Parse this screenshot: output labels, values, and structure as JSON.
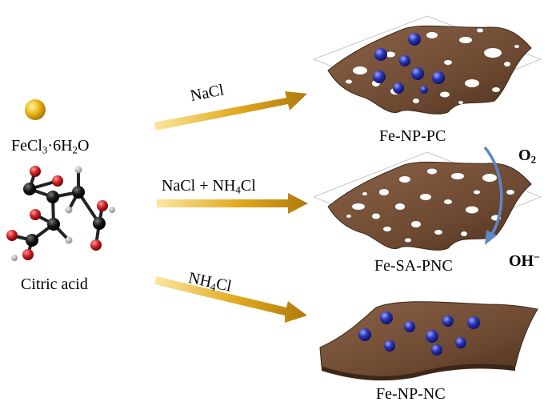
{
  "reagents": {
    "iron_salt": {
      "main": "FeCl",
      "sub1": "3",
      "mid": "·6H",
      "sub2": "2",
      "end": "O"
    },
    "citric_acid": "Citric acid"
  },
  "arrows": {
    "top": "NaCl",
    "middle": {
      "pre": "NaCl + NH",
      "sub": "4",
      "post": "Cl"
    },
    "bottom": {
      "pre": "NH",
      "sub": "4",
      "post": "Cl"
    }
  },
  "products": {
    "top": "Fe-NP-PC",
    "middle": "Fe-SA-PNC",
    "bottom": "Fe-NP-NC"
  },
  "orr": {
    "reactant": {
      "main": "O",
      "sub": "2"
    },
    "product": {
      "main": "OH",
      "sup": "−"
    }
  },
  "colors": {
    "sheet": "#6e4a33",
    "sheet_edge": "#3d2616",
    "fe_sphere": "#f2bd1e",
    "nanoparticle": "#2a35b5",
    "arrow": "#d9a21c",
    "orr_arrow": "#5b88c6",
    "oxygen_atom": "#cc1f1f",
    "carbon_atom": "#111111",
    "hydrogen_atom": "#b3b3b3"
  }
}
